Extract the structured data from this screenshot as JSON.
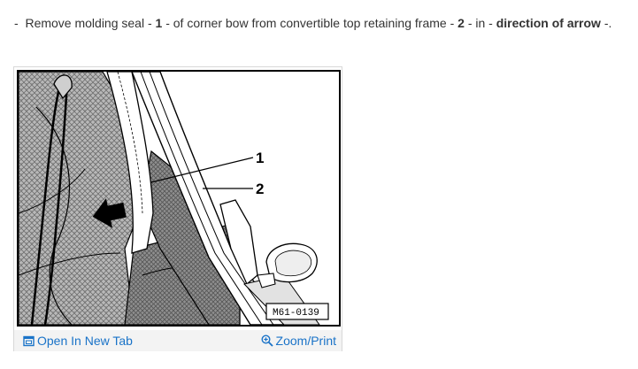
{
  "instruction": {
    "bullet": "-",
    "t1": "Remove molding seal -",
    "n1": "1",
    "t2": "- of corner bow from convertible top retaining frame -",
    "n2": "2",
    "t3": "- in -",
    "emph": "direction of arrow",
    "t4": "-."
  },
  "figure": {
    "callouts": [
      "1",
      "2"
    ],
    "figure_id": "M61-0139"
  },
  "links": {
    "open_new_tab": "Open In New Tab",
    "open_icon": "open-in-new-tab-icon",
    "zoom_print": "Zoom/Print",
    "zoom_icon": "zoom-in-icon",
    "color": "#1a73c8"
  }
}
